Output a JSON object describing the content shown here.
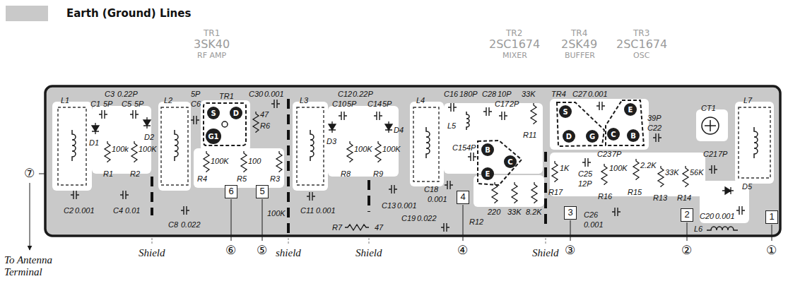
{
  "diagram": {
    "nodes": [
      {
        "text": [
          "S"
        ]
      },
      {
        "text": [
          "D"
        ]
      },
      {
        "text": [
          "G1"
        ]
      },
      {
        "text": [
          "6"
        ]
      },
      {
        "text": [
          "5"
        ]
      },
      {
        "text": [
          "B"
        ]
      },
      {
        "text": [
          "C"
        ]
      },
      {
        "text": [
          "E"
        ]
      },
      {
        "text": [
          "4"
        ]
      },
      {
        "text": [
          "S"
        ]
      },
      {
        "text": [
          "D"
        ]
      },
      {
        "text": [
          "G"
        ]
      },
      {
        "text": [
          "E"
        ]
      },
      {
        "text": [
          "C"
        ]
      },
      {
        "text": [
          "B"
        ]
      },
      {
        "text": [
          "3"
        ]
      },
      {
        "text": [
          "2"
        ]
      },
      {
        "text": [
          "1"
        ]
      }
    ],
    "labels": [
      "TR1",
      "3SK40",
      "RF AMP",
      "TR2",
      "2SC1674",
      "MIXER",
      "TR4",
      "2SK49",
      "BUFFER",
      "TR3",
      "2SC1674",
      "OSC",
      "L1",
      "C3",
      "0.22P",
      "C1",
      "5P",
      "C5",
      "5P",
      "D1",
      "R1",
      "100k",
      "D2",
      "R2",
      "100K",
      "C2",
      "0.001",
      "C4",
      "0.01",
      "L2",
      "5P",
      "C6",
      "TR1",
      "C30",
      "0.001",
      "R6",
      "47",
      "R4",
      "100K",
      "R5",
      "100",
      "R3",
      "100K",
      "C8",
      "0.022",
      "L3",
      "C12",
      "0.22P",
      "C10",
      "5P",
      "C14",
      "5P",
      "D3",
      "D4",
      "R8",
      "100K",
      "R9",
      "100K",
      "C11",
      "0.001",
      "C13",
      "0.001",
      "C19",
      "0.022",
      "R7",
      "47",
      "L4",
      "C16",
      "180P",
      "L5",
      "C28",
      "10P",
      "C17",
      "2P",
      "33K",
      "R11",
      "C15",
      "4P",
      "C18",
      "0.001",
      "R12",
      "220",
      "33K",
      "8.2K",
      "TR4",
      "C27",
      "0.001",
      "39P",
      "C22",
      "C23",
      "7P",
      "R17",
      "1K",
      "C25",
      "12P",
      "100K",
      "R16",
      "C26",
      "0.001",
      "R15",
      "2.2K",
      "33K",
      "R13",
      "56K",
      "R14",
      "CT1",
      "L7",
      "C21",
      "7P",
      "D5",
      "C20",
      "0.001",
      "L6",
      "⑦",
      "To Antenna Terminal",
      "Shield",
      "⑥",
      "⑤",
      "shield",
      "Shield",
      "④",
      "Shield",
      "③",
      "②",
      "①"
    ],
    "legend": [
      {
        "text": "Earth (Ground) Lines",
        "color": "#c9c9c9"
      }
    ]
  }
}
